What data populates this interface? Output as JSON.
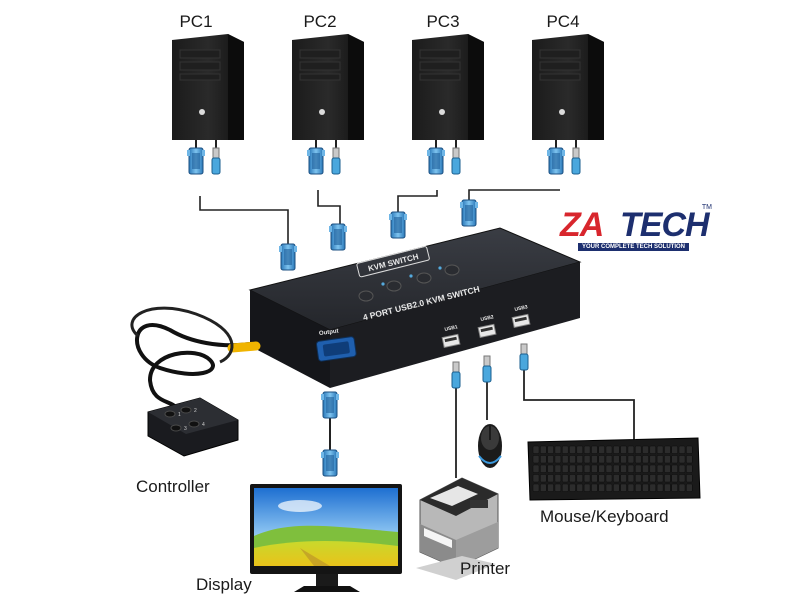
{
  "pcs": [
    {
      "label": "PC1"
    },
    {
      "label": "PC2"
    },
    {
      "label": "PC3"
    },
    {
      "label": "PC4"
    }
  ],
  "devices": {
    "controller": "Controller",
    "display": "Display",
    "printer": "Printer",
    "mouse_keyboard": "Mouse/Keyboard"
  },
  "kvm": {
    "badge": "KVM SWITCH",
    "model": "4 PORT USB2.0 KVM SWITCH",
    "output_port": "Output",
    "usb_ports": [
      "USB1",
      "USB2",
      "USB3"
    ]
  },
  "controller_pad": {
    "buttons": [
      "1",
      "2",
      "3",
      "4"
    ]
  },
  "logo": {
    "brand_red": "ZA",
    "brand_blue": "TECH",
    "trademark": "TM",
    "tagline": "YOUR COMPLETE TECH SOLUTION",
    "colors": {
      "red": "#d8262d",
      "blue": "#1d2f6f"
    }
  }
}
